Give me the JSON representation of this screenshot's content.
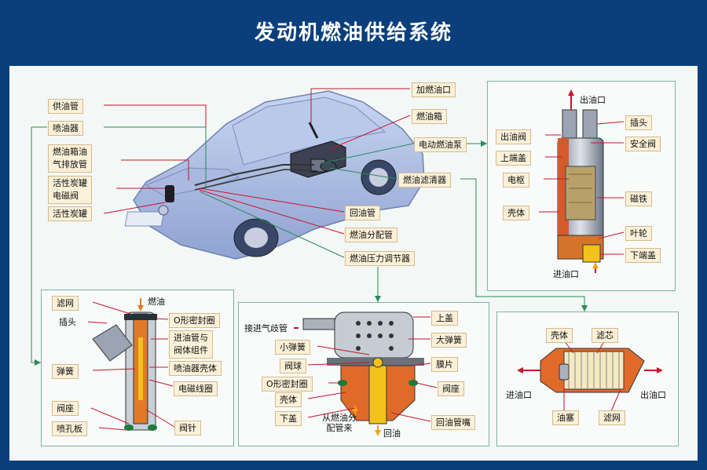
{
  "title": "发动机燃油供给系统",
  "car": {
    "gong_you_guan": "供油管",
    "pen_you_qi": "喷油器",
    "xiang_you_1": "燃油箱油",
    "xiang_you_2": "气排放管",
    "tanguan_dci_1": "活性炭罐",
    "tanguan_dci_2": "电磁阀",
    "tanguan": "活性炭罐",
    "jia_ran_you_kou": "加燃油口",
    "ran_you_xiang": "燃油箱",
    "dian_dong_beng": "电动燃油泵",
    "lv_qing_qi": "燃油滤清器",
    "hui_you_guan": "回油管",
    "fen_pei_guan": "燃油分配管",
    "tiao_jie_qi": "燃油压力调节器"
  },
  "pump": {
    "out_port": "出油口",
    "chu_you_fa": "出油阀",
    "shang_duan_gai": "上端盖",
    "dian_shu": "电枢",
    "ke_ti": "壳体",
    "cha_tou": "插头",
    "an_quan_fa": "安全阀",
    "ci_tie": "磁铁",
    "ye_lun": "叶轮",
    "xia_duan_gai": "下端盖",
    "in_port": "进油口"
  },
  "injector": {
    "lv_wang": "滤网",
    "ran_you": "燃油",
    "cha_tou": "插头",
    "o_ring": "O形密封圈",
    "jin_you_1": "进油管与",
    "jin_you_2": "阀体组件",
    "tan_huang": "弹簧",
    "ke_ti": "喷油器壳体",
    "xian_quan": "电磁线圈",
    "fa_zuo": "阀座",
    "pen_kong_ban": "喷孔板",
    "fa_zhen": "阀针"
  },
  "regulator": {
    "jin_qi": "接进气歧管",
    "shang_gai": "上盖",
    "xiao_tan_huang": "小弹簧",
    "da_tan_huang": "大弹簧",
    "fa_qiu": "阀球",
    "mo_pian": "膜片",
    "o_ring": "O形密封圈",
    "fa_zuo": "阀座",
    "ke_ti": "壳体",
    "xia_gai": "下盖",
    "from_1": "从燃油分",
    "from_2": "配管来",
    "hui_you": "回油",
    "hui_you_guan_zui": "回油管嘴"
  },
  "filter": {
    "ke_ti": "壳体",
    "lv_xin": "滤芯",
    "in_port": "进油口",
    "out_port": "出油口",
    "you_sai": "油塞",
    "lv_wang": "滤网"
  },
  "colors": {
    "background": "#0b3f7c",
    "label_fill": "#fbf1d9",
    "leader_red": "#c9142b",
    "leader_green": "#2a8a57"
  }
}
